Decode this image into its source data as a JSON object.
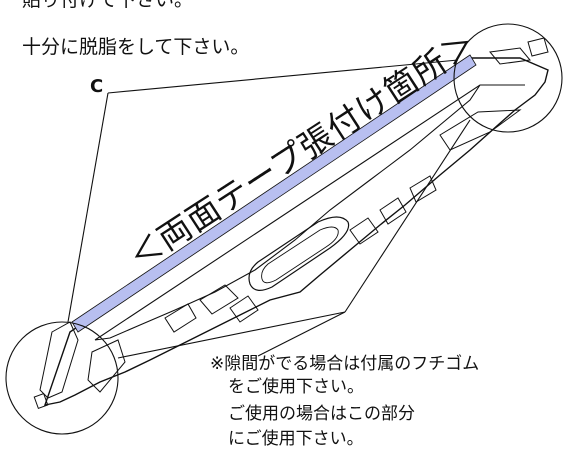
{
  "instructions": {
    "line1": "貼り付けて下さい。",
    "line2": "十分に脱脂をして下さい。"
  },
  "callout_letter": "C",
  "tape_label": "＜両面テープ張付け箇所＞",
  "note": {
    "line1": "※隙間がでる場合は付属のフチゴム",
    "line2": "をご使用下さい。",
    "line3": "ご使用の場合はこの部分",
    "line4": "にご使用下さい。"
  },
  "colors": {
    "tape_band": "#b8bff0",
    "line": "#111111"
  }
}
